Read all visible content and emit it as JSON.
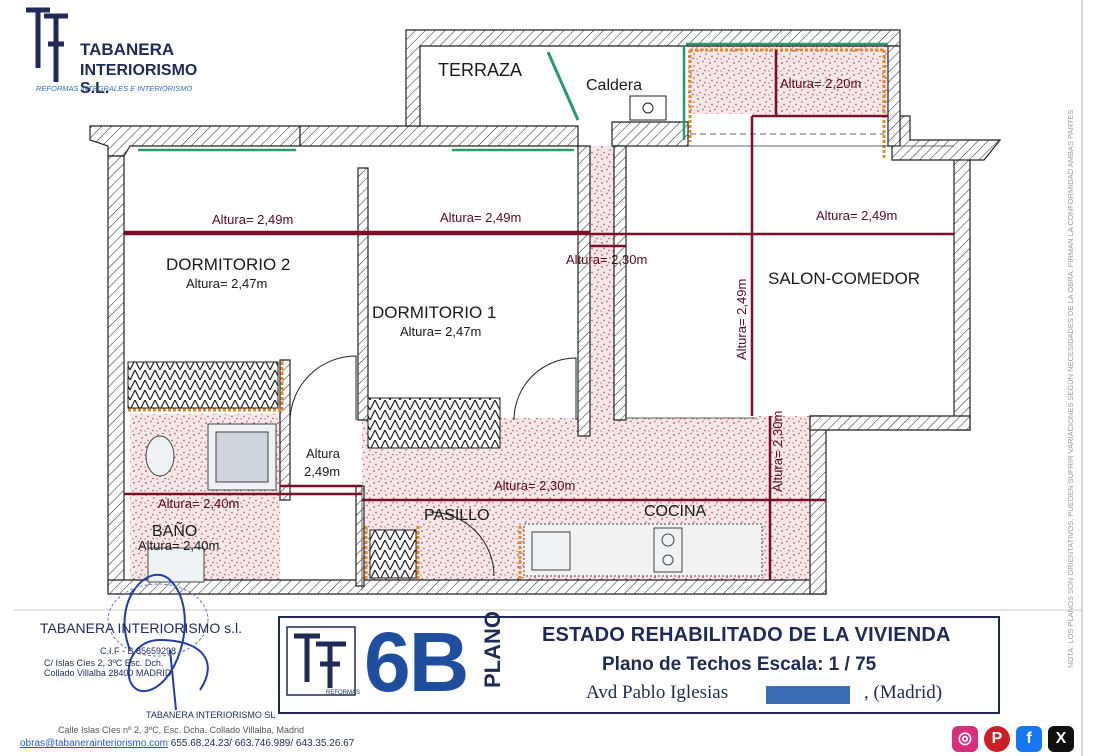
{
  "company": {
    "name_line1": "TABANERA",
    "name_line2": "INTERIORISMO S.L.",
    "tagline": "REFORMAS INTEGRALES E INTERIORISMO",
    "bottom_name": "TABANERA INTERIORISMO s.l.",
    "cif": "C.I.F - B 85659298",
    "address1": "C/ Islas Cíes 2, 3ºC Esc. Dch.",
    "address2": "Collado Villalba 28400 MADRID",
    "footer_name": "TABANERA INTERIORISMO SL",
    "footer_address": "Calle Islas Cíes nº 2, 3ºC, Esc. Dcha. Collado Villalba, Madrid",
    "email": "obras@tabanerainteriorismo.com",
    "phones": "655.68.24.23/ 663.746.989/ 643.35.26.67",
    "logo_sub": "REFORMAS"
  },
  "rooms": {
    "terraza": "TERRAZA",
    "caldera": "Caldera",
    "dormitorio2": "DORMITORIO 2",
    "dormitorio1": "DORMITORIO 1",
    "salon": "SALON-COMEDOR",
    "pasillo": "PASILLO",
    "cocina": "COCINA",
    "bano": "BAÑO"
  },
  "heights": {
    "terraza": "Altura= 2,20m",
    "dorm2_top": "Altura= 2,49m",
    "dorm1_top": "Altura= 2,49m",
    "salon_top": "Altura= 2,49m",
    "hall_230": "Altura= 2,30m",
    "dorm2": "Altura= 2,47m",
    "dorm1": "Altura= 2,47m",
    "salon_vert": "Altura= 2,49m",
    "salon_vert2": "Altura= 2,30m",
    "pasillo_a": "Altura",
    "pasillo_b": "2,49m",
    "pasillo_main": "Altura= 2,30m",
    "bano_top": "Altura= 2,40m",
    "bano": "Altura= 2,40m"
  },
  "title_block": {
    "number": "6B",
    "plano": "PLANO",
    "line1": "ESTADO REHABILITADO DE LA VIVIENDA",
    "line2": "Plano de Techos  Escala: 1 / 75",
    "line3": "Avd Pablo Iglesias",
    "line4": ", (Madrid)"
  },
  "side_note": "NOTA: LOS PLANOS SON ORIENTATIVOS. PUEDEN SUFRIR VARIACIONES SEGÚN NECESIDADES DE LA OBRA. FIRMAN LA CONFORMIDAD AMBAS PARTES",
  "social": {
    "instagram": "◎",
    "pinterest": "P",
    "facebook": "f",
    "x": "X"
  },
  "colors": {
    "ceiling_line": "#7a0f2a",
    "brand_blue": "#1f2a57",
    "logo_blue": "#1f4e9e",
    "window": "#2a9a6a",
    "frame_orange": "#e08a2a"
  }
}
